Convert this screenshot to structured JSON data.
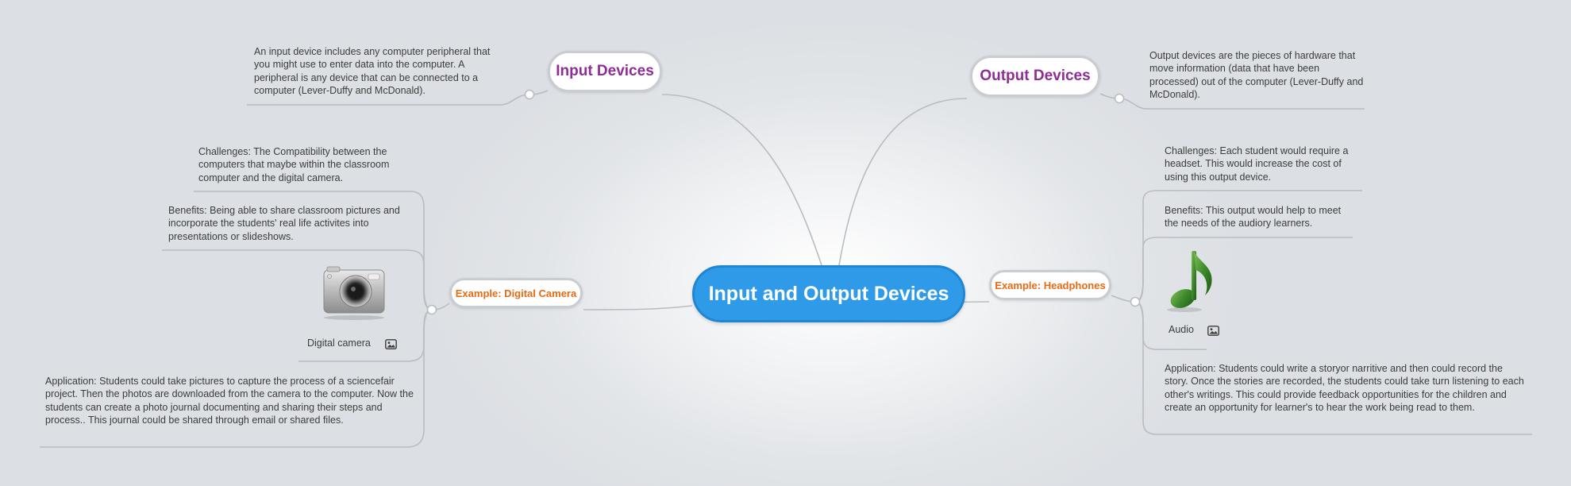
{
  "central": {
    "title": "Input and Output Devices"
  },
  "branches": {
    "input_devices": {
      "label": "Input Devices",
      "note": "An input device includes any computer peripheral that you might use to enter data into the computer. A peripheral is any device that can be connected to a computer (Lever-Duffy and McDonald)."
    },
    "output_devices": {
      "label": "Output Devices",
      "note": "Output devices are the pieces of hardware that move information (data that have been processed) out of the computer (Lever-Duffy and McDonald)."
    },
    "digital_camera": {
      "label": "Example: Digital Camera",
      "challenges": "Challenges:  The Compatibility between the computers that maybe within the classroom computer and the digital camera.",
      "benefits": "Benefits:  Being able to share classroom pictures and incorporate the students' real life activites into presentations or slideshows.",
      "image_caption": "Digital camera",
      "application": "Application:  Students could take pictures to capture the process of a sciencefair project.  Then the photos are downloaded from the camera to the computer.  Now the students can create a photo journal documenting and sharing their steps and process.. This journal could be shared through email or shared files."
    },
    "headphones": {
      "label": "Example:  Headphones",
      "challenges": "Challenges: Each student would require a headset.  This would increase the cost of using this output device.",
      "benefits": "Benefits:  This output would help to meet the needs of the audiory learners.",
      "image_caption": "Audio",
      "application": "Application: Students could write a storyor narritive and then could record the story.  Once the stories are recorded, the students could take turn listening to each other's writings.  This could provide feedback opportunities for the children and create an opportunity for learner's to hear the work being read to them."
    }
  },
  "colors": {
    "central_fill": "#2f9be8",
    "branch_main_text": "#8e2d96",
    "branch_example_text": "#ea6a12",
    "connector": "#b9bcc1"
  },
  "icons": [
    "camera-image",
    "music-note-image",
    "picture-icon"
  ]
}
